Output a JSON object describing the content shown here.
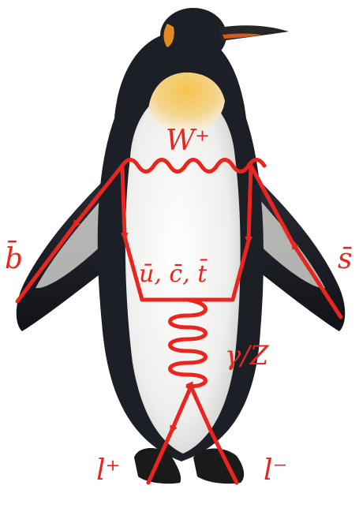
{
  "colors": {
    "propagator": "#e8261f",
    "penguin_back": "#1c1f26",
    "penguin_belly": "#f4f4f2",
    "beak": "#d45a1e",
    "chest_gold": "#f0b640",
    "feet": "#1a1a1a"
  },
  "icons": {
    "penguin": "king-penguin-illustration",
    "boson_w": "wavy-line-w-boson",
    "boson_gamma_z": "coiled-line-photon-z-boson"
  },
  "labels": {
    "w_boson": "W⁺",
    "b_bar": "b̄",
    "s_bar": "s̄",
    "quarks": "ū, c̄, t̄",
    "gamma_z": "γ/Z",
    "l_plus": "l⁺",
    "l_minus": "l⁻"
  }
}
